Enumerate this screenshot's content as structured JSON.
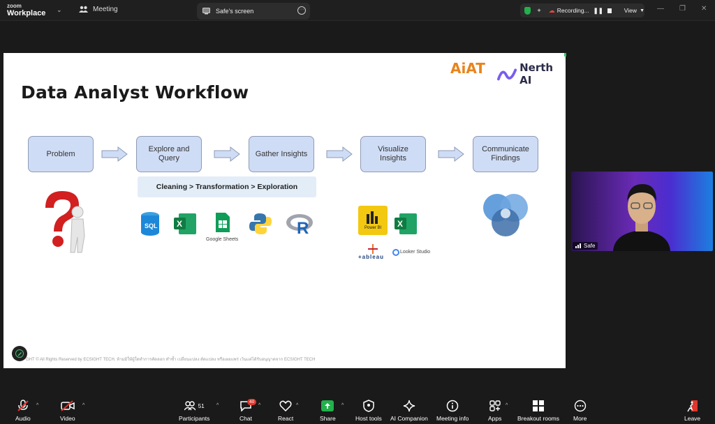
{
  "app": {
    "brand_top": "zoom",
    "brand_bottom": "Workplace",
    "meeting_tab": "Meeting",
    "share_tab": "Safe's screen"
  },
  "status": {
    "recording": "Recording...",
    "view": "View"
  },
  "slide": {
    "title": "Data Analyst Workflow",
    "logo_aiat": "AiAT",
    "logo_nerth": "Nerth AI",
    "steps": [
      "Problem",
      "Explore and Query",
      "Gather Insights",
      "Visualize Insights",
      "Communicate Findings"
    ],
    "subtitle": "Cleaning > Transformation > Exploration",
    "tools": {
      "sql": "SQL",
      "google_sheets": "Google Sheets",
      "power_bi": "Power BI",
      "tableau": "+ableau",
      "looker": "Looker Studio"
    },
    "copyright": "GHT © All Rights Reserved by ECSIGHT TECH. ห้ามมิให้ผู้ใดทำการคัดลอก ทำซ้ำ เปลี่ยนแปลง ดัดแปลง หรือเผยแพร่ เว้นแต่ได้รับอนุญาตจาก ECSIGHT TECH"
  },
  "video": {
    "name": "Safe"
  },
  "toolbar": {
    "audio": "Audio",
    "video": "Video",
    "participants": "Participants",
    "participants_count": "51",
    "chat": "Chat",
    "chat_badge": "40",
    "react": "React",
    "share": "Share",
    "host_tools": "Host tools",
    "ai_companion": "AI Companion",
    "meeting_info": "Meeting info",
    "apps": "Apps",
    "breakout": "Breakout rooms",
    "more": "More",
    "leave": "Leave"
  },
  "colors": {
    "accent": "#22b14c",
    "step_fill": "#cfdcf5",
    "leave_red": "#e0362c"
  }
}
